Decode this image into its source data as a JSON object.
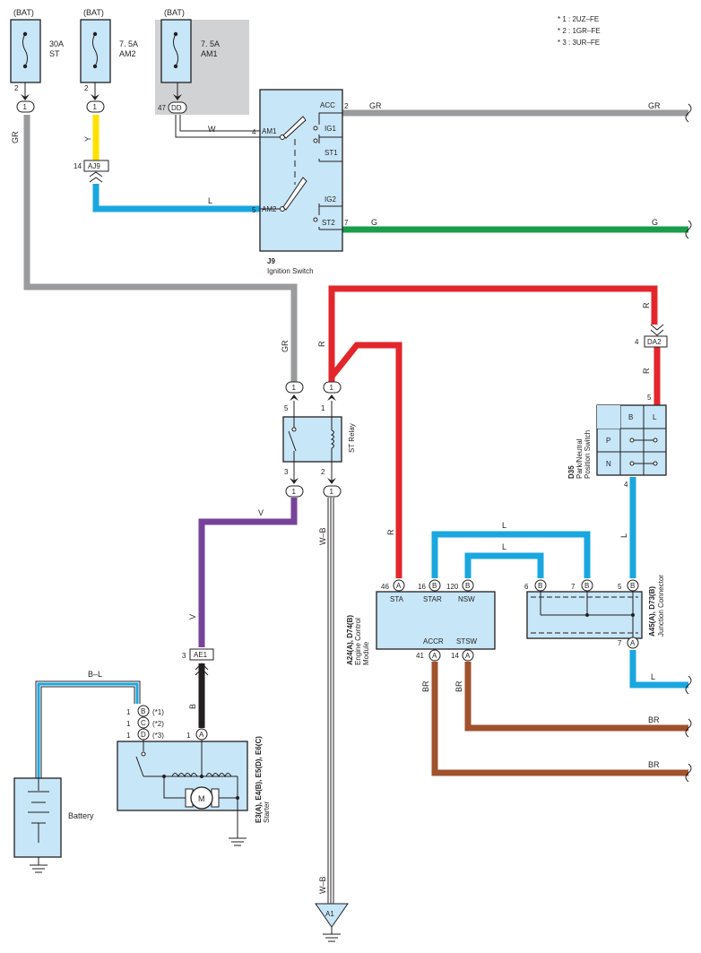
{
  "notes": [
    "* 1 : 2UZ–FE",
    "* 2 : 1GR–FE",
    "* 3 : 3UR–FE"
  ],
  "fuses": [
    {
      "supply": "(BAT)",
      "amps": "30A",
      "name": "ST",
      "pin": "2",
      "conn": "1"
    },
    {
      "supply": "(BAT)",
      "amps": "7. 5A",
      "name": "AM2",
      "pin": "2",
      "conn": "1"
    },
    {
      "supply": "(BAT)",
      "amps": "7. 5A",
      "name": "AM1",
      "pin": "47",
      "conn": "DD"
    }
  ],
  "ignition_switch": {
    "code": "J9",
    "name": "Ignition Switch",
    "terminals": [
      "ACC",
      "IG1",
      "ST1",
      "IG2",
      "ST2",
      "AM1",
      "AM2"
    ],
    "pins": {
      "acc": "2",
      "st2": "7",
      "am1": "4",
      "am2": "5"
    }
  },
  "st_relay": {
    "name": "ST Relay",
    "pins": [
      "5",
      "1",
      "3",
      "2"
    ],
    "conns": [
      "1",
      "1",
      "1",
      "1"
    ]
  },
  "ecm": {
    "codes": "A24(A), D74(B)",
    "name_lines": [
      "Engine Control",
      "Module"
    ],
    "terminals": [
      "STA",
      "STAR",
      "NSW",
      "ACCR",
      "STSW"
    ],
    "pins": {
      "sta": "46",
      "star": "16",
      "nsw": "120",
      "accr": "41",
      "stsw": "14"
    },
    "conn_letters": {
      "sta": "A",
      "star": "B",
      "nsw": "B",
      "accr": "A",
      "stsw": "A"
    }
  },
  "junction_connector": {
    "codes": "A45(A), D73(B)",
    "name": "Junction Connector",
    "pins": [
      "6",
      "7",
      "5",
      "7"
    ],
    "letters": [
      "B",
      "B",
      "B",
      "A"
    ]
  },
  "park_neutral_switch": {
    "code": "D35",
    "name_lines": [
      "Park/Neutral",
      "Position Switch"
    ],
    "cells": [
      "B",
      "L",
      "P",
      "N"
    ],
    "pins": {
      "top": "5",
      "bottom": "4"
    }
  },
  "starter": {
    "codes": "E3(A), E4(B), E5(D), E6(C)",
    "name": "Starter",
    "motor_symbol": "M",
    "b_pins": [
      {
        "pin": "1",
        "letter": "B",
        "note": "(*1)"
      },
      {
        "pin": "1",
        "letter": "C",
        "note": "(*2)"
      },
      {
        "pin": "1",
        "letter": "D",
        "note": "(*3)"
      }
    ],
    "a_pin": {
      "pin": "1",
      "letter": "A"
    }
  },
  "battery": {
    "name": "Battery"
  },
  "connectors": {
    "aj9": {
      "pin": "14",
      "name": "AJ9"
    },
    "ae1": {
      "pin": "3",
      "name": "AE1"
    },
    "da2": {
      "pin": "4",
      "name": "DA2"
    },
    "ground": {
      "name": "A1"
    }
  },
  "wire_colors": {
    "gr": "GR",
    "y": "Y",
    "l": "L",
    "w": "W",
    "g": "G",
    "r": "R",
    "v": "V",
    "wb": "W–B",
    "bl": "B–L",
    "b": "B",
    "br": "BR"
  },
  "colors": {
    "gray_wire": "#9a9b9d",
    "yellow_wire": "#ffe100",
    "blue_wire": "#1aa7e0",
    "green_wire": "#1a9d4b",
    "red_wire": "#e3262b",
    "purple_wire": "#76439a",
    "brown_wire": "#a0522d",
    "component_fill": "#c7e6f7",
    "shade": "#d1d2d4"
  }
}
